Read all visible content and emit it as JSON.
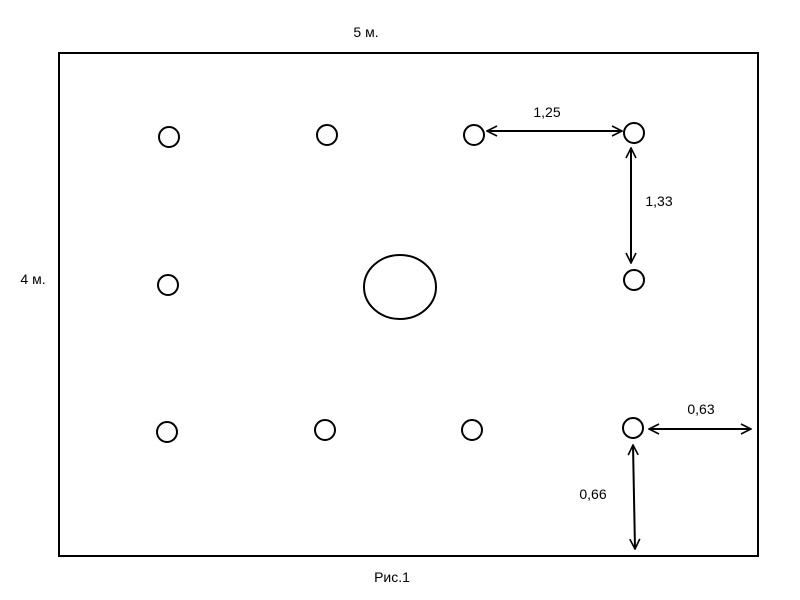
{
  "labels": {
    "width": "5 м.",
    "height": "4 м.",
    "caption": "Рис.1"
  },
  "dimensions": {
    "spacing_horizontal": "1,25",
    "spacing_vertical": "1,33",
    "edge_offset_right": "0,63",
    "edge_offset_bottom": "0,66"
  },
  "colors": {
    "line": "#000000",
    "background": "#ffffff"
  }
}
